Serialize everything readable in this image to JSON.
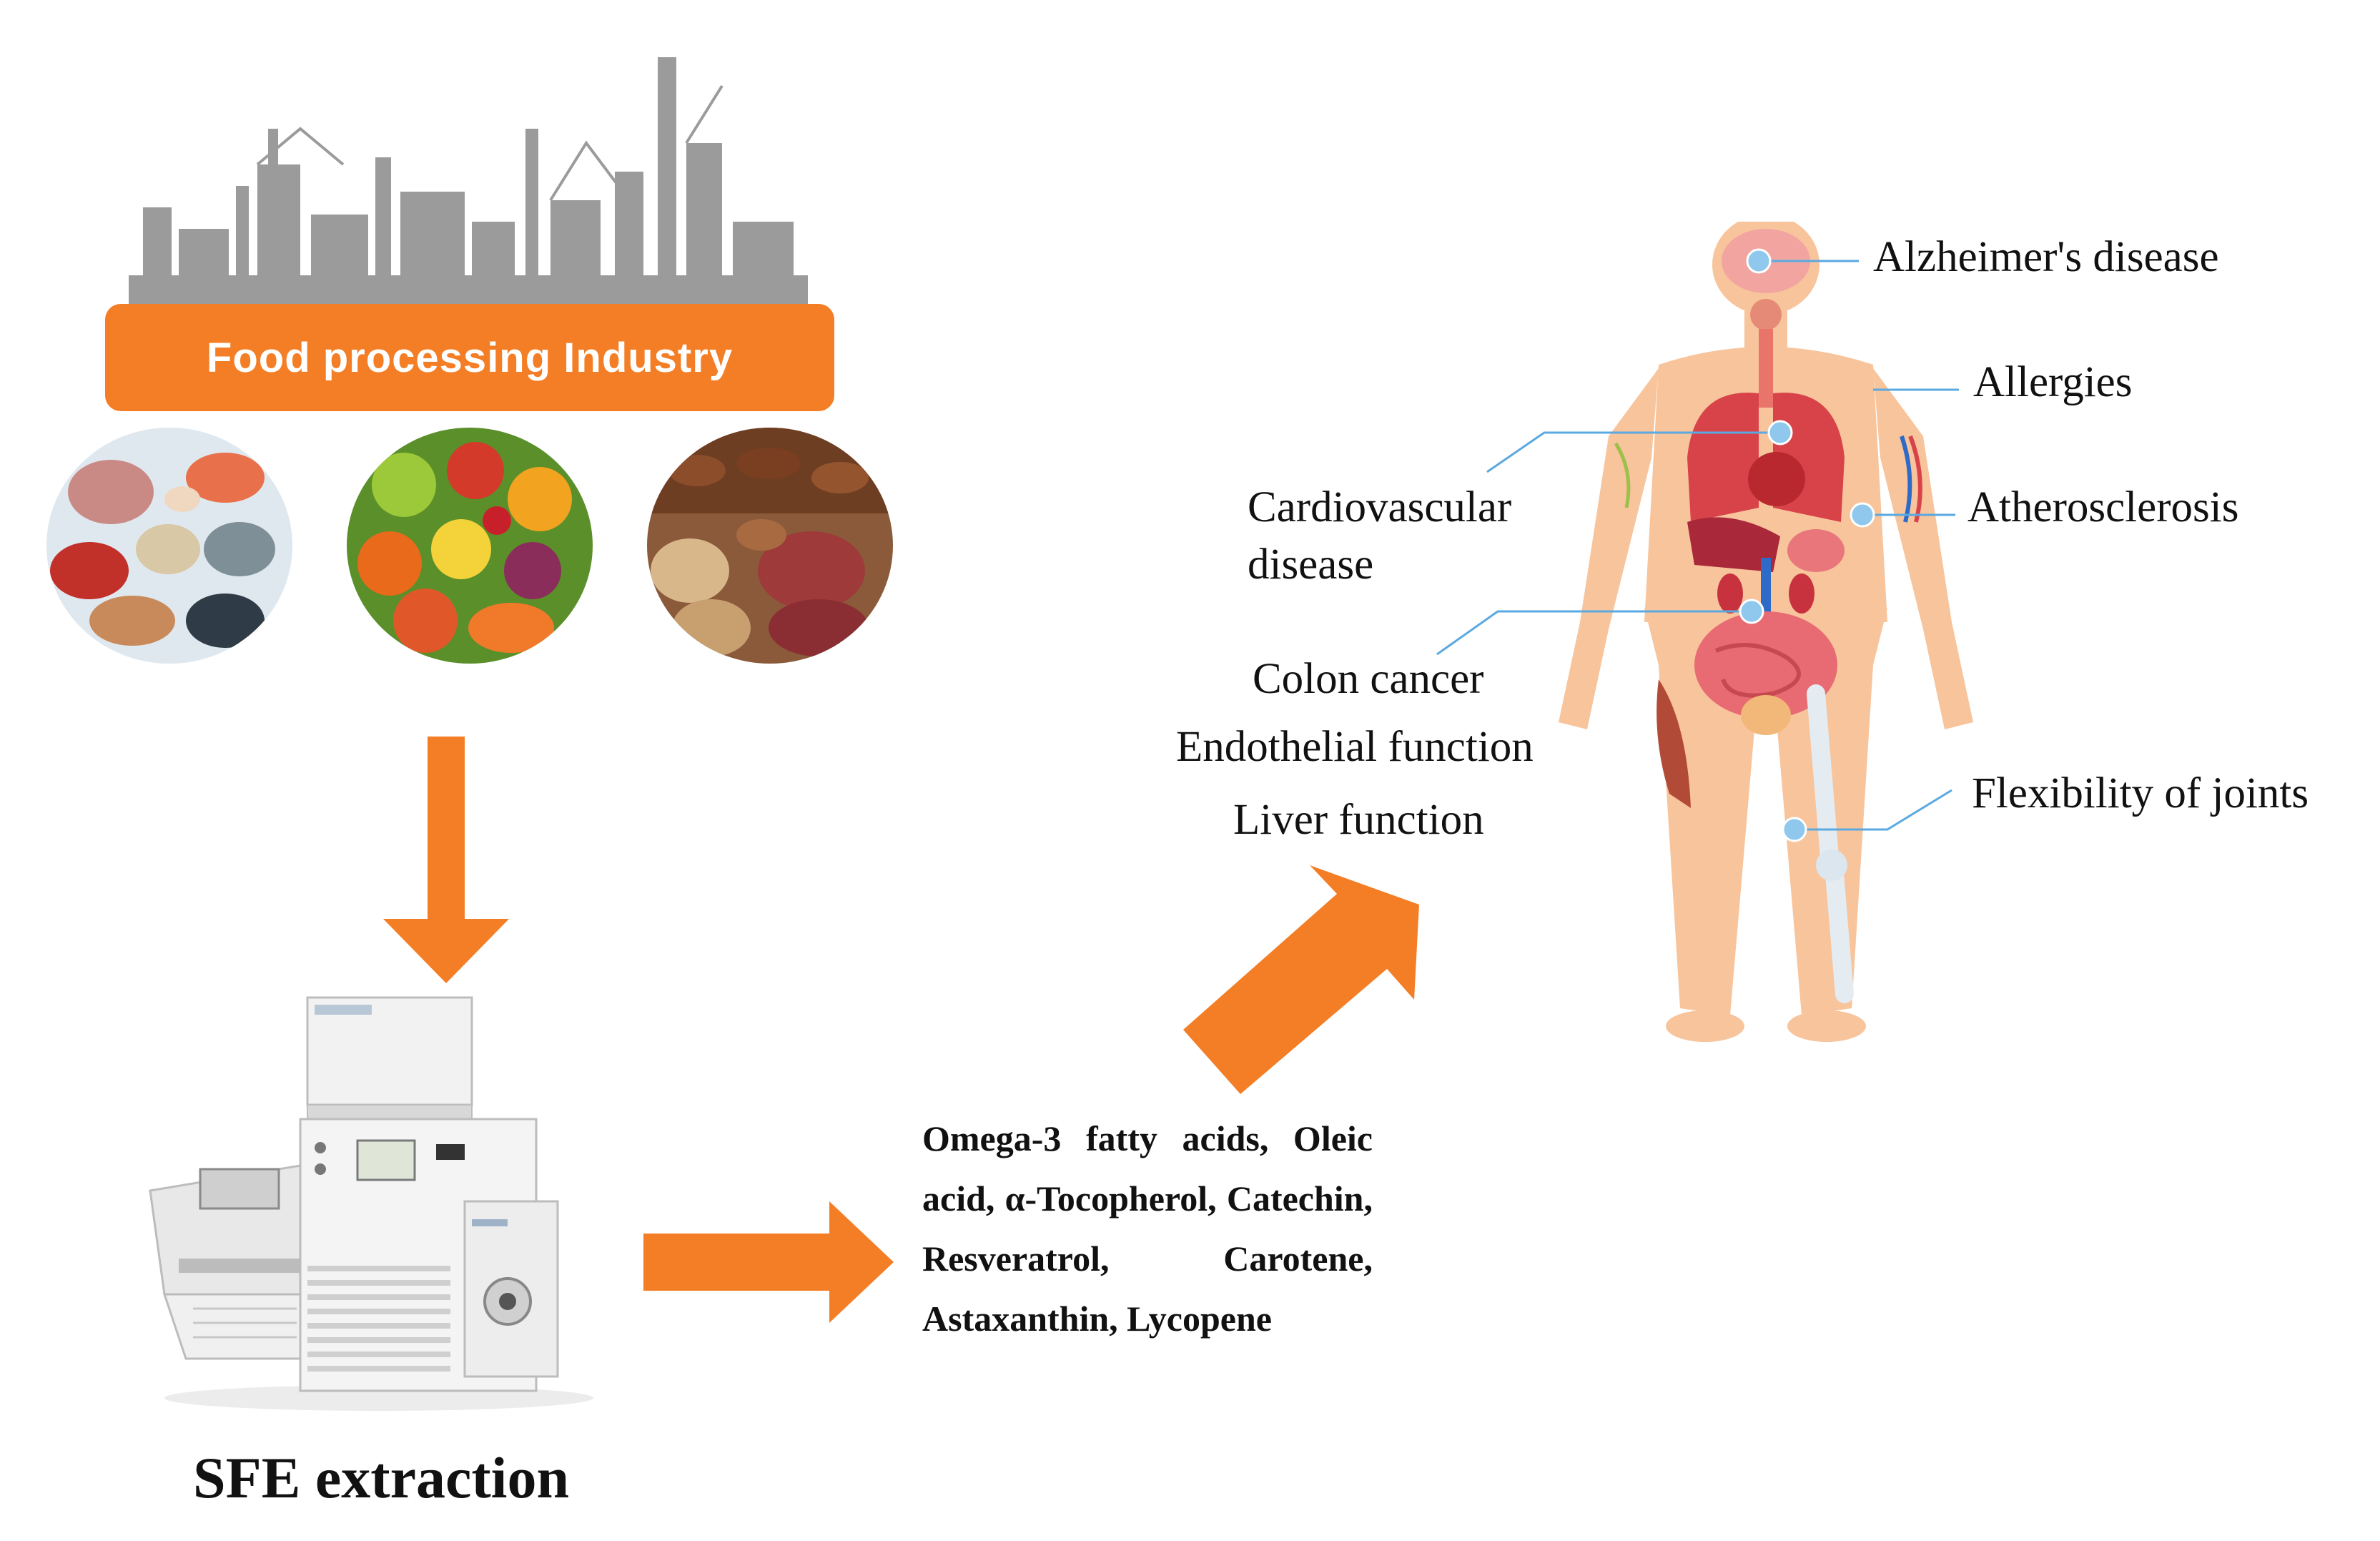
{
  "industry": {
    "label": "Food processing Industry"
  },
  "extraction": {
    "caption": "SFE extraction"
  },
  "compounds": {
    "text": "Omega-3 fatty acids, Oleic acid, α-Tocopherol, Catechin, Resveratrol, Carotene, Astaxanthin, Lycopene"
  },
  "health": {
    "alzheimer": "Alzheimer's disease",
    "allergies": "Allergies",
    "atherosclerosis": "Atherosclerosis",
    "cardiovascular": "Cardiovascular disease",
    "colon_cancer": "Colon cancer",
    "endothelial": "Endothelial function",
    "liver": "Liver function",
    "joints": "Flexibility of joints"
  },
  "icons": {
    "skyline": "factory-skyline-icon",
    "seafood": "seafood-photo",
    "vegetables": "fruits-vegetables-photo",
    "nuts": "nuts-photo",
    "machine": "sfe-instrument-illustration",
    "body": "human-anatomy-illustration"
  },
  "colors": {
    "accent": "#F47E26",
    "skyline": "#9A9A9A",
    "leader": "#5AA9E0",
    "skin": "#F8C49C"
  }
}
